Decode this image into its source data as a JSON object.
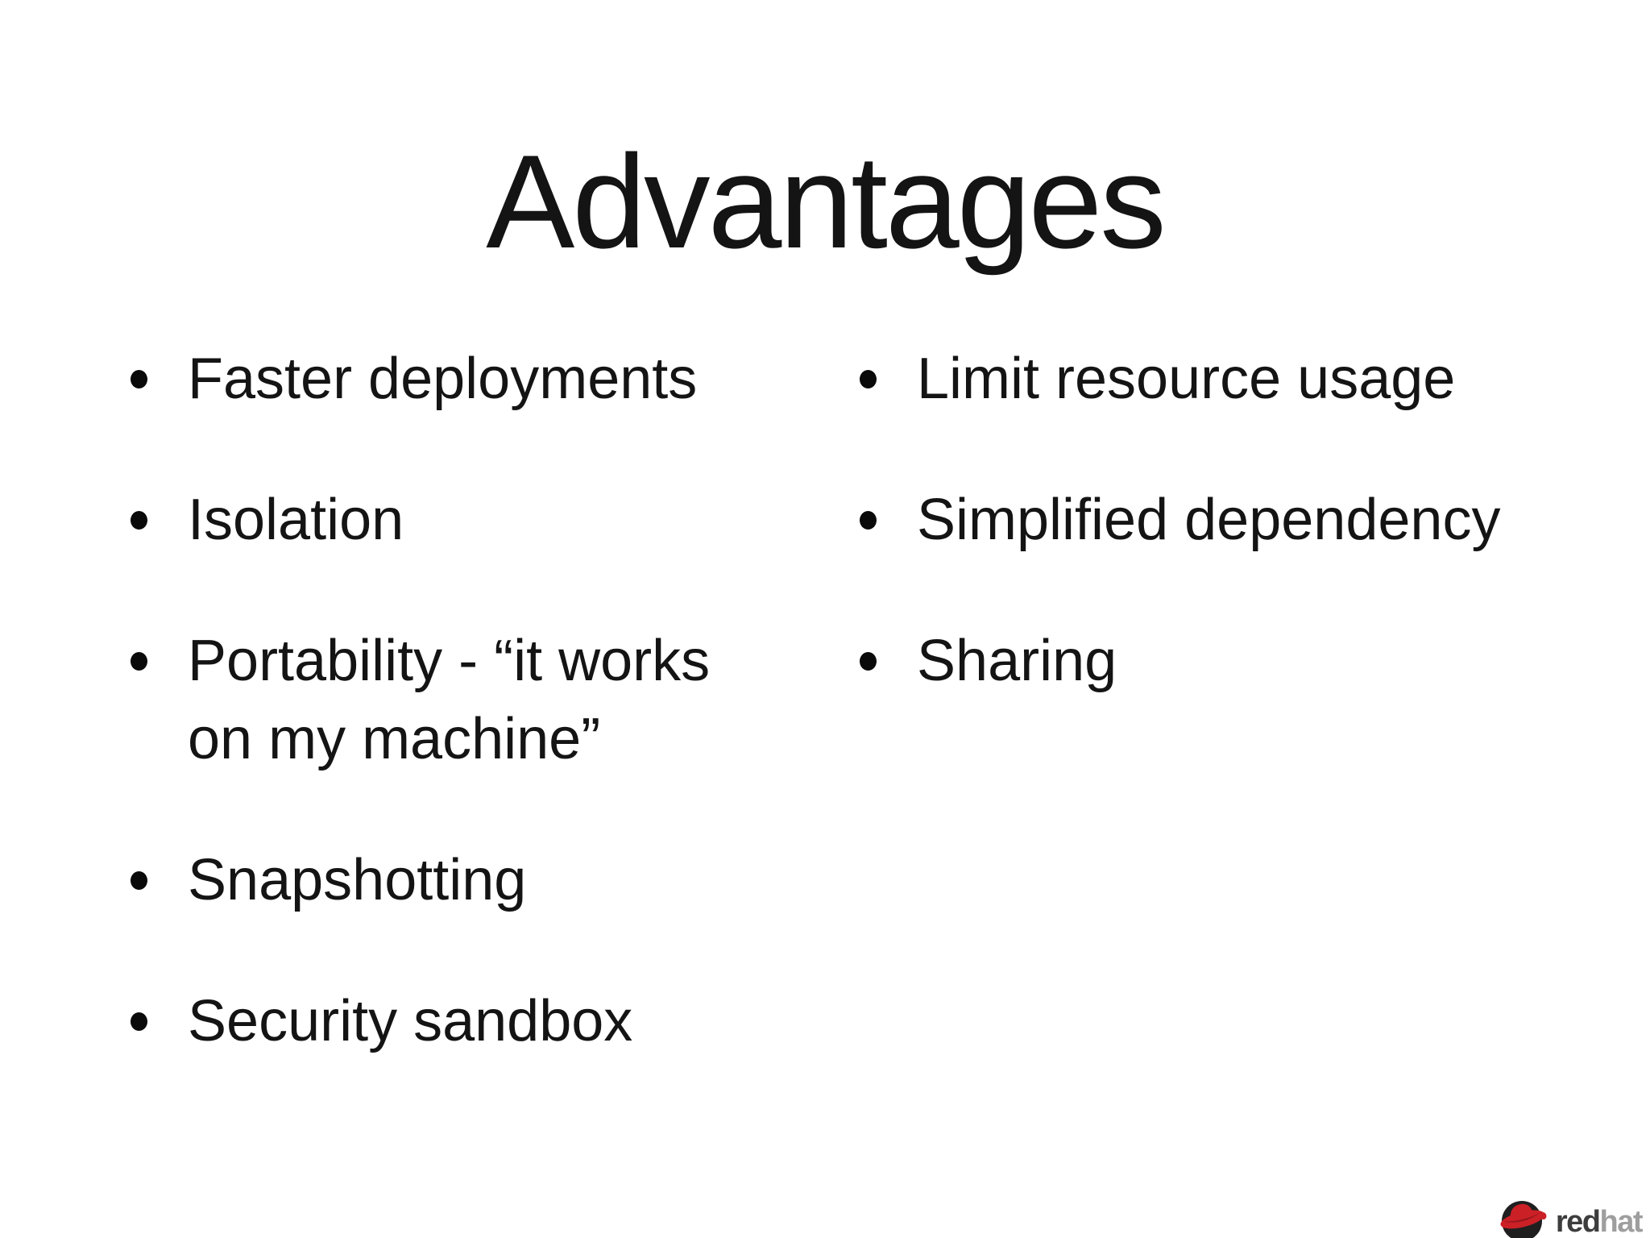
{
  "slide": {
    "title": "Advantages",
    "columns": {
      "left": {
        "items": [
          "Faster deployments",
          "Isolation",
          "Portability - “it works on my machine”",
          "Snapshotting",
          "Security sandbox"
        ]
      },
      "right": {
        "items": [
          "Limit resource usage",
          "Simplified dependency",
          "Sharing"
        ]
      }
    },
    "logo": {
      "brand_red": "red",
      "brand_hat": "hat"
    },
    "colors": {
      "background": "#ffffff",
      "text": "#141414",
      "bullet": "#0a0a0a",
      "logo_red": "#cb2026",
      "logo_shadow": "#1f1f1f",
      "logo_text_dark": "#3d3d3d",
      "logo_text_gray": "#9e9e9e"
    }
  }
}
